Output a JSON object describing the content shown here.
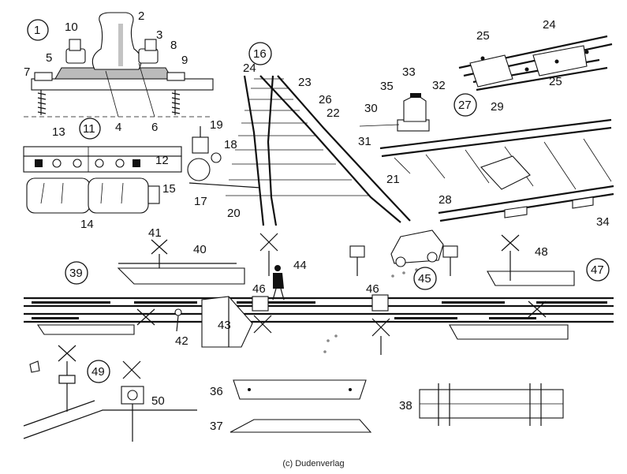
{
  "credit": "(c) Dudenverlag",
  "labels": {
    "n1": "1",
    "n2": "2",
    "n3": "3",
    "n4": "4",
    "n5": "5",
    "n6": "6",
    "n7": "7",
    "n8": "8",
    "n9": "9",
    "n10": "10",
    "n11": "11",
    "n12": "12",
    "n13": "13",
    "n14": "14",
    "n15": "15",
    "n16": "16",
    "n17": "17",
    "n18": "18",
    "n19": "19",
    "n20": "20",
    "n21": "21",
    "n22": "22",
    "n23": "23",
    "n24a": "24",
    "n24b": "24",
    "n25a": "25",
    "n25b": "25",
    "n26": "26",
    "n27": "27",
    "n28": "28",
    "n29": "29",
    "n30": "30",
    "n31": "31",
    "n32": "32",
    "n33": "33",
    "n34": "34",
    "n35": "35",
    "n36": "36",
    "n37": "37",
    "n38": "38",
    "n39": "39",
    "n40": "40",
    "n41": "41",
    "n42": "42",
    "n43": "43",
    "n44": "44",
    "n45": "45",
    "n46a": "46",
    "n46b": "46",
    "n47": "47",
    "n48": "48",
    "n49": "49",
    "n50": "50"
  }
}
